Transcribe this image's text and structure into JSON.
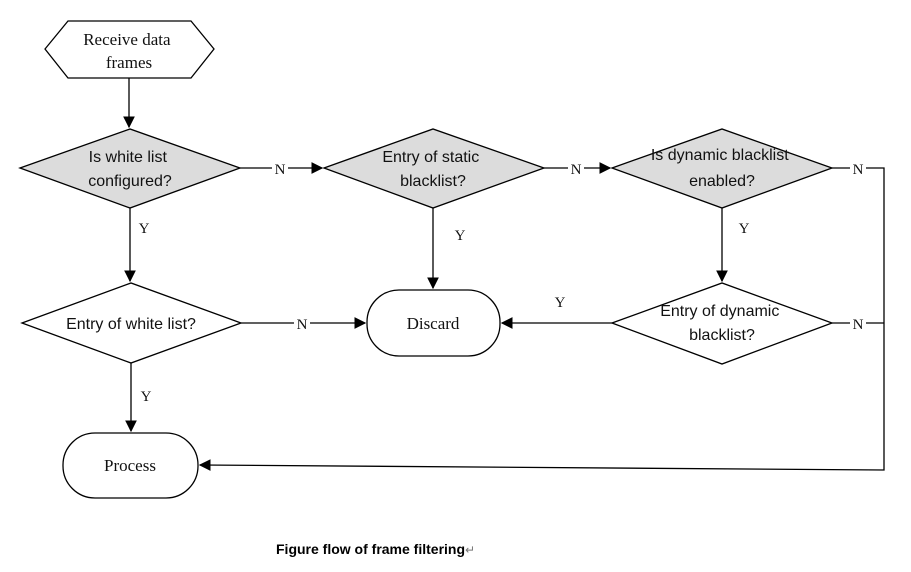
{
  "nodes": {
    "receive": {
      "lines": [
        "Receive data",
        "frames"
      ]
    },
    "white_configured": {
      "lines": [
        "Is white list",
        "configured?"
      ]
    },
    "static_blacklist": {
      "lines": [
        "Entry of static",
        "blacklist?"
      ]
    },
    "dynamic_enabled": {
      "lines": [
        "Is dynamic blacklist",
        "enabled?"
      ]
    },
    "white_entry": {
      "lines": [
        "Entry of white list?"
      ]
    },
    "discard": {
      "lines": [
        "Discard"
      ]
    },
    "dynamic_entry": {
      "lines": [
        "Entry of dynamic",
        "blacklist?"
      ]
    },
    "process": {
      "lines": [
        "Process"
      ]
    }
  },
  "edge_labels": {
    "yes": "Y",
    "no": "N"
  },
  "caption": {
    "text": "Figure flow of frame filtering",
    "mark": "↵"
  },
  "colors": {
    "decision_fill": "#dcdcdc",
    "stroke": "#000000"
  }
}
